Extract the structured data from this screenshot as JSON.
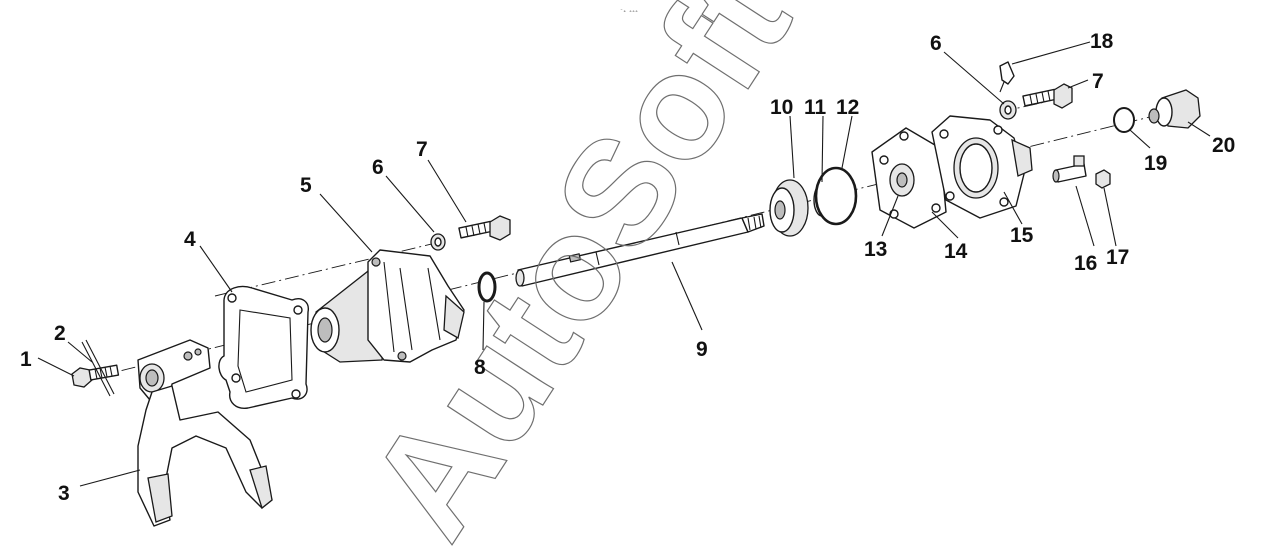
{
  "watermark": "AutoSoft",
  "top_mark": "⁻ₐ ₒₒₒ",
  "callouts": [
    "1",
    "2",
    "3",
    "4",
    "5",
    "6",
    "7",
    "8",
    "9",
    "10",
    "11",
    "12",
    "13",
    "14",
    "15",
    "16",
    "17",
    "6",
    "7",
    "18",
    "19",
    "20"
  ]
}
